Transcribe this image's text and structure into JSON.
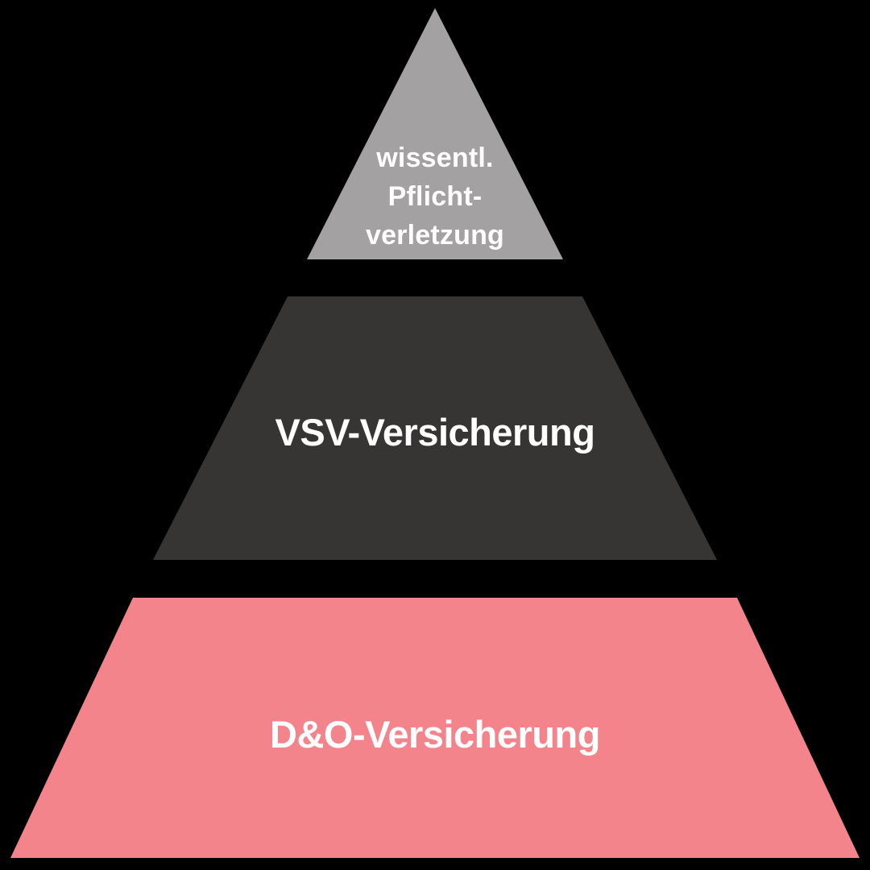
{
  "canvas": {
    "background_color": "#000000",
    "text_color": "#FFFFFF"
  },
  "pyramid": {
    "type": "3-tier pyramid diagram",
    "tiers": [
      {
        "id": "top",
        "level": 1,
        "color": "#A3A1A1",
        "label_lines": {
          "line1": "wissentl.",
          "line2": "Pflicht-",
          "line3": "verletzung"
        },
        "label": "wissentl. Pflicht-verletzung"
      },
      {
        "id": "middle",
        "level": 2,
        "color": "#373434",
        "label": "VSV-Versicherung"
      },
      {
        "id": "bottom",
        "level": 3,
        "color": "#F4848C",
        "label": "D&O-Versicherung"
      }
    ]
  }
}
